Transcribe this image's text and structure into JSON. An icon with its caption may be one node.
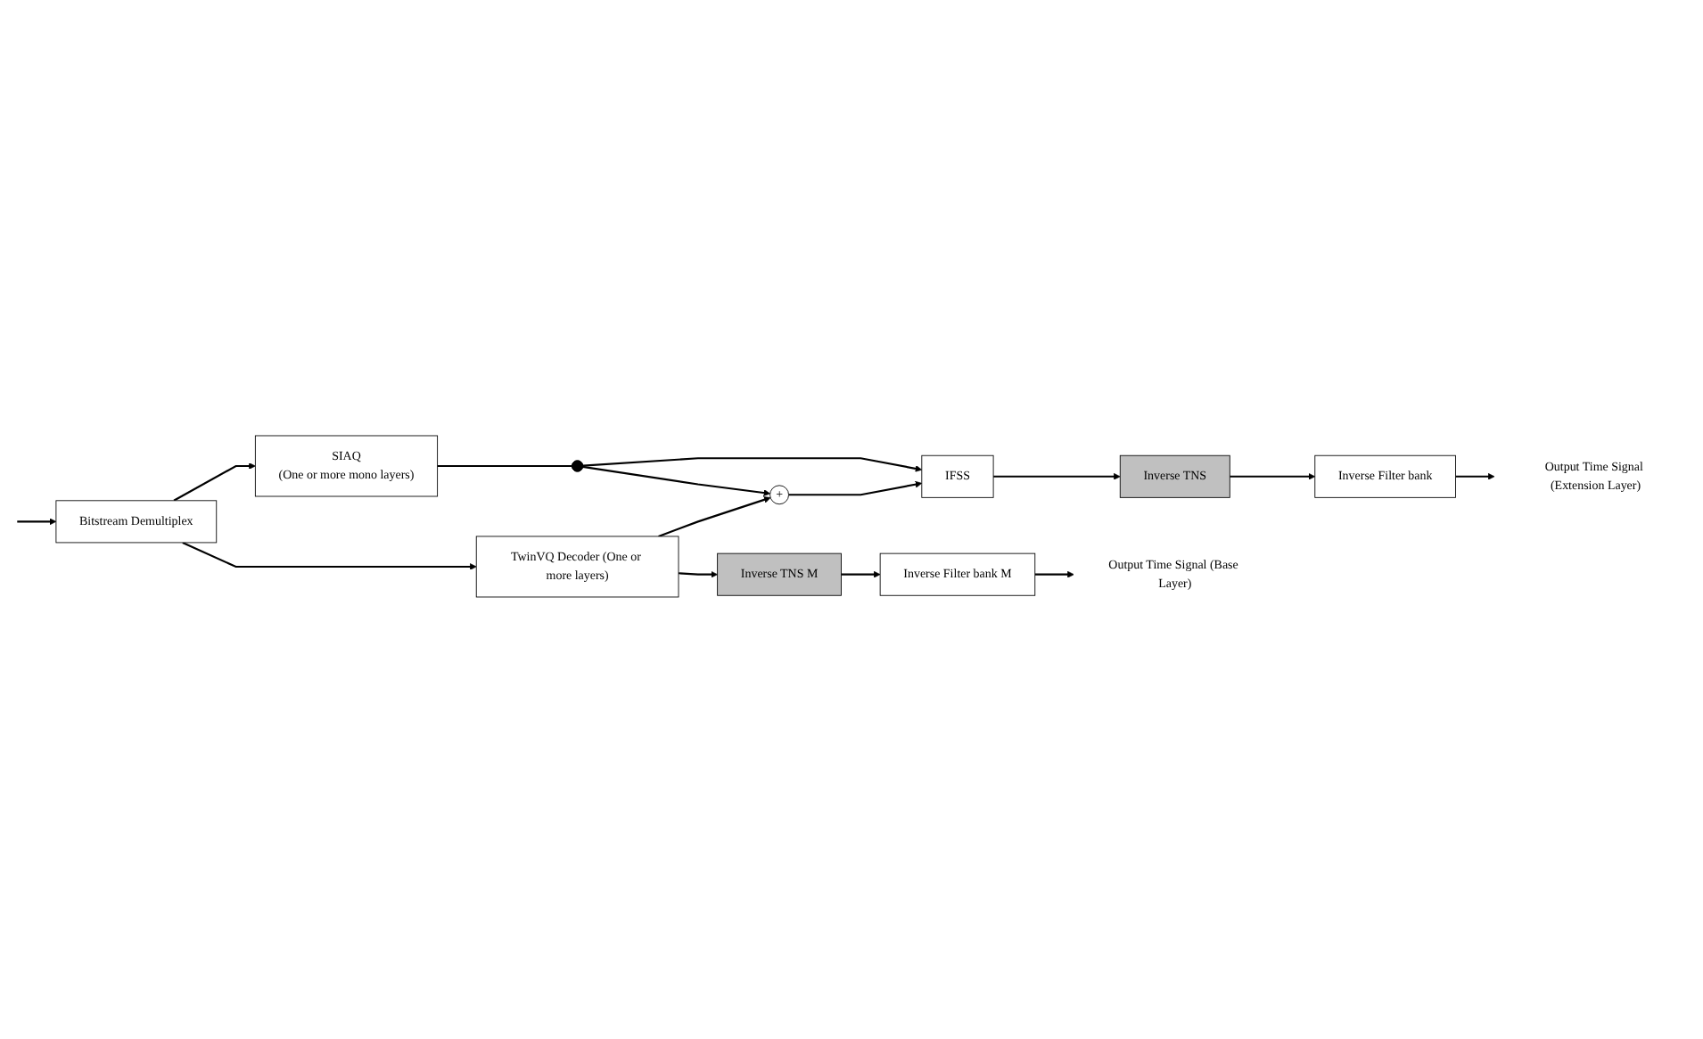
{
  "diagram": {
    "nodes": [
      {
        "text": [
          "Bitstream Demultiplex"
        ]
      },
      {
        "text": [
          "SIAQ",
          "(One or more mono layers)"
        ]
      },
      {
        "text": [
          "TwinVQ Decoder (One or more layers)"
        ]
      },
      {
        "text": [],
        "shape": "circle"
      },
      {
        "text": [
          "+"
        ]
      },
      {
        "text": [
          "IFSS"
        ]
      },
      {
        "text": [
          "Inverse TNS"
        ]
      },
      {
        "text": [
          "Inverse Filter bank"
        ]
      },
      {
        "text": [
          "Output Time Signal (Extension Layer)"
        ]
      },
      {
        "text": [
          "Inverse TNS M"
        ]
      },
      {
        "text": [
          "Inverse Filter bank M"
        ]
      },
      {
        "text": [
          "Output Time Signal (Base Layer)"
        ]
      }
    ],
    "edges": [
      {
        "from": null,
        "to": 0,
        "arrow": "to"
      },
      {
        "from": 0,
        "to": 1,
        "arrow": "to"
      },
      {
        "from": 0,
        "to": 2,
        "arrow": "to"
      },
      {
        "from": 1,
        "to": 3,
        "arrow": "none"
      },
      {
        "from": 3,
        "to": 5,
        "arrow": "to"
      },
      {
        "from": 3,
        "to": 4,
        "arrow": "to"
      },
      {
        "from": 2,
        "to": 4,
        "arrow": "to"
      },
      {
        "from": 4,
        "to": 5,
        "arrow": "to"
      },
      {
        "from": 5,
        "to": 6,
        "arrow": "to"
      },
      {
        "from": 6,
        "to": 7,
        "arrow": "to"
      },
      {
        "from": 7,
        "to": 8,
        "arrow": "to"
      },
      {
        "from": 2,
        "to": 9,
        "arrow": "to"
      },
      {
        "from": 9,
        "to": 10,
        "arrow": "to"
      },
      {
        "from": 10,
        "to": 11,
        "arrow": "to"
      }
    ]
  }
}
